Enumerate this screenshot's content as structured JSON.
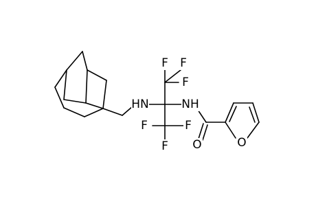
{
  "molecule": {
    "atoms": {
      "nh_left": "HN",
      "nh_right": "NH",
      "f_top_left": "F",
      "f_top_mid": "F",
      "f_top_right": "F",
      "f_bot_left": "F",
      "f_bot_mid": "F",
      "f_bot_right": "F",
      "carbonyl_o": "O",
      "ring_o": "O"
    }
  }
}
